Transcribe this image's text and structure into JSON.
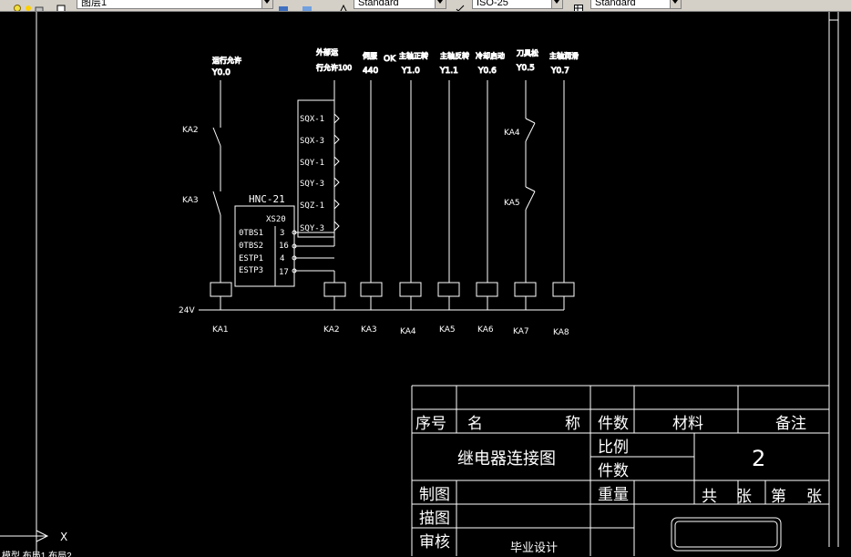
{
  "toolbar": {
    "layer_value": "图层1",
    "text_style": "Standard",
    "dim_style": "ISO-25",
    "table_style": "Standard"
  },
  "schematic": {
    "top_labels": [
      {
        "name": "运行允许",
        "addr": "Y0.0"
      },
      {
        "name": "外部运行允许",
        "addr": "行允许100"
      },
      {
        "name": "伺服",
        "addr": "440"
      },
      {
        "name": "OK",
        "addr": ""
      },
      {
        "name": "主轴正转",
        "addr": "Y1.0"
      },
      {
        "name": "主轴反转",
        "addr": "Y1.1"
      },
      {
        "name": "冷却启动",
        "addr": "Y0.6"
      },
      {
        "name": "刀具松",
        "addr": "Y0.5"
      },
      {
        "name": "主轴润滑",
        "addr": "Y0.7"
      }
    ],
    "outer_name_line1": "外部运",
    "contacts_left": [
      "KA2",
      "KA3"
    ],
    "contacts_right": [
      "KA4",
      "KA5"
    ],
    "limit_switches": [
      "SQX-1",
      "SQX-3",
      "SQY-1",
      "SQY-3",
      "SQZ-1",
      "SQY-3"
    ],
    "connector": {
      "title": "HNC-21",
      "port": "XS20",
      "signals": [
        "0TBS1",
        "0TBS2",
        "ESTP1",
        "ESTP3"
      ],
      "pins": [
        "3",
        "16",
        "4",
        "17"
      ]
    },
    "supply": "24V",
    "coils": [
      "KA1",
      "KA2",
      "KA3",
      "KA4",
      "KA5",
      "KA6",
      "KA7",
      "KA8"
    ]
  },
  "title_block": {
    "col_seq": "序号",
    "col_name_a": "名",
    "col_name_b": "称",
    "col_qty": "件数",
    "col_material": "材料",
    "col_note": "备注",
    "drawing_title": "继电器连接图",
    "scale_label": "比例",
    "qty_label": "件数",
    "sheet_number": "2",
    "drawn_by": "制图",
    "weight": "重量",
    "total": "共",
    "sheets_a": "张",
    "sheet_no": "第",
    "sheets_b": "张",
    "traced_by": "描图",
    "checked_by": "审核",
    "footer_text": "毕业设计"
  },
  "ucs": {
    "axis": "X"
  },
  "status": {
    "text": "模型 布局1 布局2"
  }
}
